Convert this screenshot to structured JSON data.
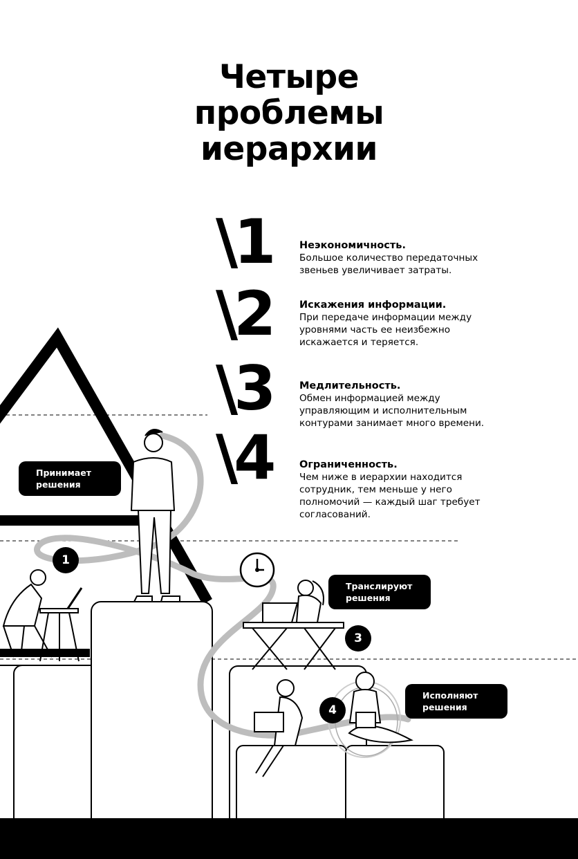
{
  "title": {
    "lines": [
      "Четыре",
      "проблемы",
      "иерархии"
    ]
  },
  "problems": [
    {
      "number": "\\1",
      "heading": "Неэкономичность.",
      "text": "Большое количество передаточных звеньев увеличивает затраты."
    },
    {
      "number": "\\2",
      "heading": "Искажения информации.",
      "text": "При передаче информации между уровнями часть ее неизбежно искажается и теряется."
    },
    {
      "number": "\\3",
      "heading": "Медлительность.",
      "text": "Обмен информацией между управляющим и исполнительным контурами занимает много времени."
    },
    {
      "number": "\\4",
      "heading": "Ограниченность.",
      "text": "Чем ниже в иерархии находится сотрудник, тем меньше у него полномочий — каждый шаг требует согласований."
    }
  ],
  "illustration": {
    "labels": {
      "top": [
        "Принимает",
        "решения"
      ],
      "middle": [
        "Транслируют",
        "решения"
      ],
      "bottom": [
        "Исполняют",
        "решения"
      ]
    },
    "badges": [
      "1",
      "3",
      "4"
    ]
  }
}
